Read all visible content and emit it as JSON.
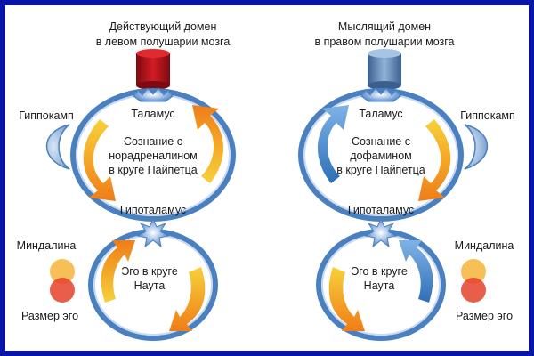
{
  "colors": {
    "frame_border": "#0a14a8",
    "ring": "#4a80c0",
    "ring_inner": "#c9daf0",
    "orange": "#f08a1c",
    "yellow": "#f3c231",
    "blue_arrow": "#3f86cc",
    "red_cylinder": "#b3121a",
    "blue_cylinder": "#5d87b5",
    "amygdala_top": "#f6b43a",
    "ego_size": "#e4422a"
  },
  "left": {
    "title_line1": "Действующий домен",
    "title_line2": "в левом полушарии мозга",
    "cylinder_icon": "red-cylinder",
    "thalamus": "Таламус",
    "hippocampus": "Гиппокамп",
    "consciousness_line1": "Сознание с",
    "consciousness_line2": "норадреналином",
    "consciousness_line3": "в круге Пайпетца",
    "hypothalamus": "Гипоталамус",
    "amygdala": "Миндалина",
    "ego_line1": "Эго в круге",
    "ego_line2": "Наута",
    "ego_size": "Размер эго"
  },
  "right": {
    "title_line1": "Мыслящий домен",
    "title_line2": "в правом полушарии мозга",
    "cylinder_icon": "blue-cylinder",
    "thalamus": "Таламус",
    "hippocampus": "Гиппокамп",
    "consciousness_line1": "Сознание с",
    "consciousness_line2": "дофамином",
    "consciousness_line3": "в круге Пайпетца",
    "hypothalamus": "Гипоталамус",
    "amygdala": "Миндалина",
    "ego_line1": "Эго в круге",
    "ego_line2": "Наута",
    "ego_size": "Размер эго"
  }
}
